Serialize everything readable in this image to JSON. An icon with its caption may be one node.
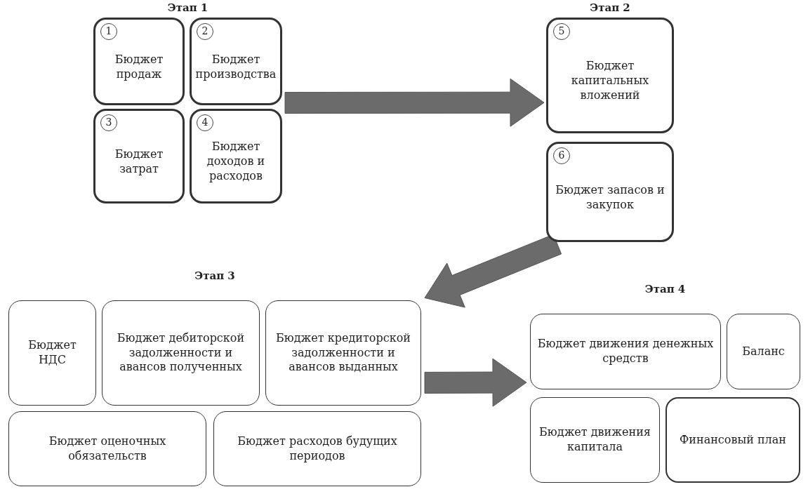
{
  "diagram": {
    "nodes": [
      {
        "text": [
          "Этап 1"
        ]
      },
      {
        "text": [
          "1",
          "Бюджет продаж"
        ],
        "in": 0
      },
      {
        "text": [
          "2",
          "Бюджет производства"
        ],
        "in": 0
      },
      {
        "text": [
          "3",
          "Бюджет затрат"
        ],
        "in": 0
      },
      {
        "text": [
          "4",
          "Бюджет доходов и расходов"
        ],
        "in": 0
      },
      {
        "text": [
          "Этап 2"
        ]
      },
      {
        "text": [
          "5",
          "Бюджет капитальных вложений"
        ],
        "in": 5
      },
      {
        "text": [
          "6",
          "Бюджет запасов и закупок"
        ],
        "in": 5
      },
      {
        "text": [
          "Этап 3"
        ]
      },
      {
        "text": [
          "Бюджет НДС"
        ],
        "in": 8
      },
      {
        "text": [
          "Бюджет дебиторской задолженности и авансов полученных"
        ],
        "in": 8
      },
      {
        "text": [
          "Бюджет кредиторской задолженности и авансов выданных"
        ],
        "in": 8
      },
      {
        "text": [
          "Бюджет оценочных обязательств"
        ],
        "in": 8
      },
      {
        "text": [
          "Бюджет расходов будущих периодов"
        ],
        "in": 8
      },
      {
        "text": [
          "Этап 4"
        ]
      },
      {
        "text": [
          "Бюджет движения денежных средств"
        ],
        "in": 14
      },
      {
        "text": [
          "Баланс"
        ],
        "in": 14
      },
      {
        "text": [
          "Бюджет движения капитала"
        ],
        "in": 14
      },
      {
        "text": [
          "Финансовый план"
        ],
        "in": 14
      }
    ],
    "edges": [
      {
        "from": 0,
        "to": 5,
        "arrow": "to"
      },
      {
        "from": 5,
        "to": 8,
        "arrow": "to"
      },
      {
        "from": 8,
        "to": 14,
        "arrow": "to"
      }
    ]
  }
}
